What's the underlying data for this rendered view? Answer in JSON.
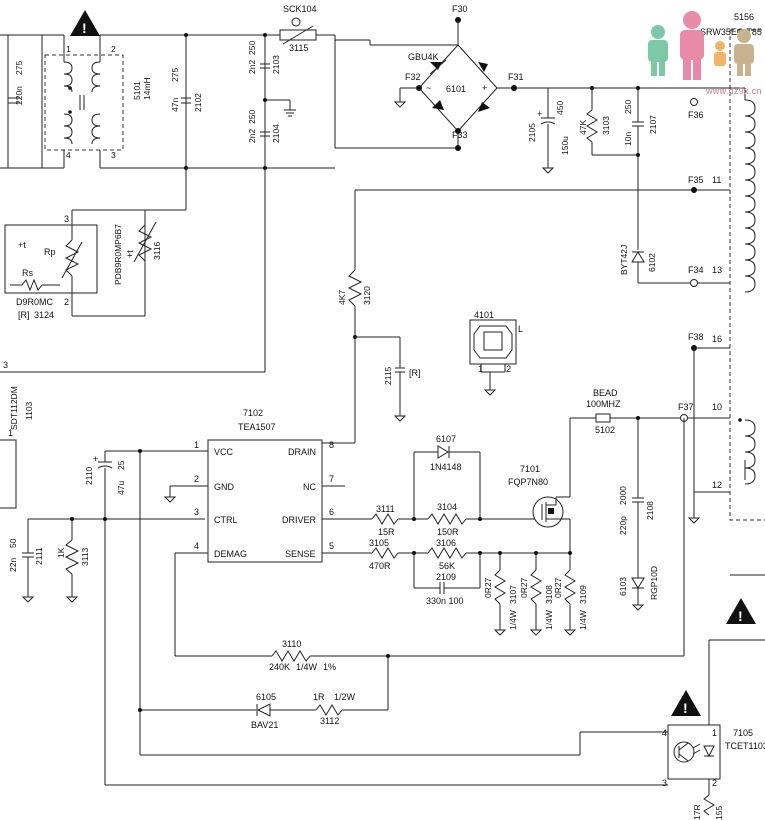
{
  "watermark": {
    "site": "www.dz9x.cn"
  },
  "top": {
    "labels": {
      "sck104": "SCK104",
      "r3115": "3115",
      "f30": "F30",
      "gbu": "GBU4K",
      "f32": "F32",
      "f31": "F31",
      "d6101": "6101",
      "f33": "F33",
      "f36": "F36",
      "f35": "F35",
      "f34": "F34",
      "f38": "F38",
      "f37": "F37",
      "t5156": "5156",
      "srw": "SRW35EC-T85"
    }
  },
  "emi": {
    "c220n": "220n",
    "c275a": "275",
    "pin1": "1",
    "pin2": "2",
    "pin3": "3",
    "pin4": "4",
    "l5101": "5101",
    "l14mh": "14mH",
    "c47n": "47n",
    "c275b": "275",
    "c2102": "2102",
    "c2n2a": "2n2",
    "c250a": "250",
    "c2103": "2103",
    "c2n2b": "2n2",
    "c250b": "250",
    "c2104": "2104"
  },
  "bulk": {
    "c2105": "2105",
    "c450": "450",
    "c150u": "150u",
    "r47k": "47K",
    "r3103": "3103",
    "c10n": "10n",
    "c250": "250",
    "c2107": "2107"
  },
  "ptc": {
    "plus_t": "+t",
    "rp": "Rp",
    "rs": "Rs",
    "pin3": "3",
    "pin2": "2",
    "part": "D9R0MC",
    "ref": "[R]",
    "refnum": "3124",
    "p2": "PDB9R0MP6B7",
    "p2ref": "3116",
    "p2t": "+t"
  },
  "left": {
    "r3": "3",
    "sdt": "SDT112DM",
    "n1103": "1103",
    "pin1": "1",
    "c22n": "22n",
    "c50": "50",
    "c2111": "2111",
    "r1k": "1K",
    "r3113": "3113"
  },
  "start": {
    "r4k7": "4K7",
    "r3120": "3120",
    "c2115": "2115",
    "cref": "[R]"
  },
  "bridge4101": {
    "ref": "4101",
    "L": "L",
    "p1": "1",
    "p2": "2"
  },
  "ic": {
    "ref": "7102",
    "part": "TEA1507",
    "pins_left": [
      {
        "num": "1",
        "name": "VCC"
      },
      {
        "num": "2",
        "name": "GND"
      },
      {
        "num": "3",
        "name": "CTRL"
      },
      {
        "num": "4",
        "name": "DEMAG"
      }
    ],
    "pins_right": [
      {
        "num": "8",
        "name": "DRAIN"
      },
      {
        "num": "7",
        "name": "NC"
      },
      {
        "num": "6",
        "name": "DRIVER"
      },
      {
        "num": "5",
        "name": "SENSE"
      }
    ]
  },
  "vcc": {
    "c2110": "2110",
    "c25": "25",
    "c47u": "47u"
  },
  "drive": {
    "d6107": "6107",
    "d1n4148": "1N4148",
    "r3111": "3111",
    "r15r": "15R",
    "r3104": "3104",
    "r150r": "150R",
    "r3105": "3105",
    "r470r": "470R",
    "r3106": "3106",
    "r56k": "56K",
    "c2109": "2109",
    "c330n": "330n 100",
    "q7101": "7101",
    "qpart": "FQP7N80"
  },
  "sense": [
    {
      "val": "0R27",
      "ref": "3107",
      "w": "1/4W"
    },
    {
      "val": "0R27",
      "ref": "3108",
      "w": "1/4W"
    },
    {
      "val": "0R27",
      "ref": "3109",
      "w": "1/4W"
    }
  ],
  "snub": {
    "bead": "BEAD",
    "mhz": "100MHZ",
    "b5102": "5102",
    "d6102": "6102",
    "byt": "BYT42J",
    "c220p": "220p",
    "c2000": "2000",
    "c2108": "2108",
    "d6103": "6103",
    "rgp": "RGP10D"
  },
  "fb": {
    "r3110": "3110",
    "r240k": "240K",
    "w14": "1/4W",
    "pct": "1%",
    "d6105": "6105",
    "bav": "BAV21",
    "r1r": "1R",
    "w12": "1/2W",
    "r3112": "3112"
  },
  "xfmr": {
    "p11": "11",
    "p13": "13",
    "p16": "16",
    "p10": "10",
    "p12": "12"
  },
  "opto": {
    "ref": "7105",
    "part": "TCET1103",
    "p1": "1",
    "p2": "2",
    "p3": "3",
    "p4": "4",
    "r17r": "17R",
    "r155": "155"
  }
}
